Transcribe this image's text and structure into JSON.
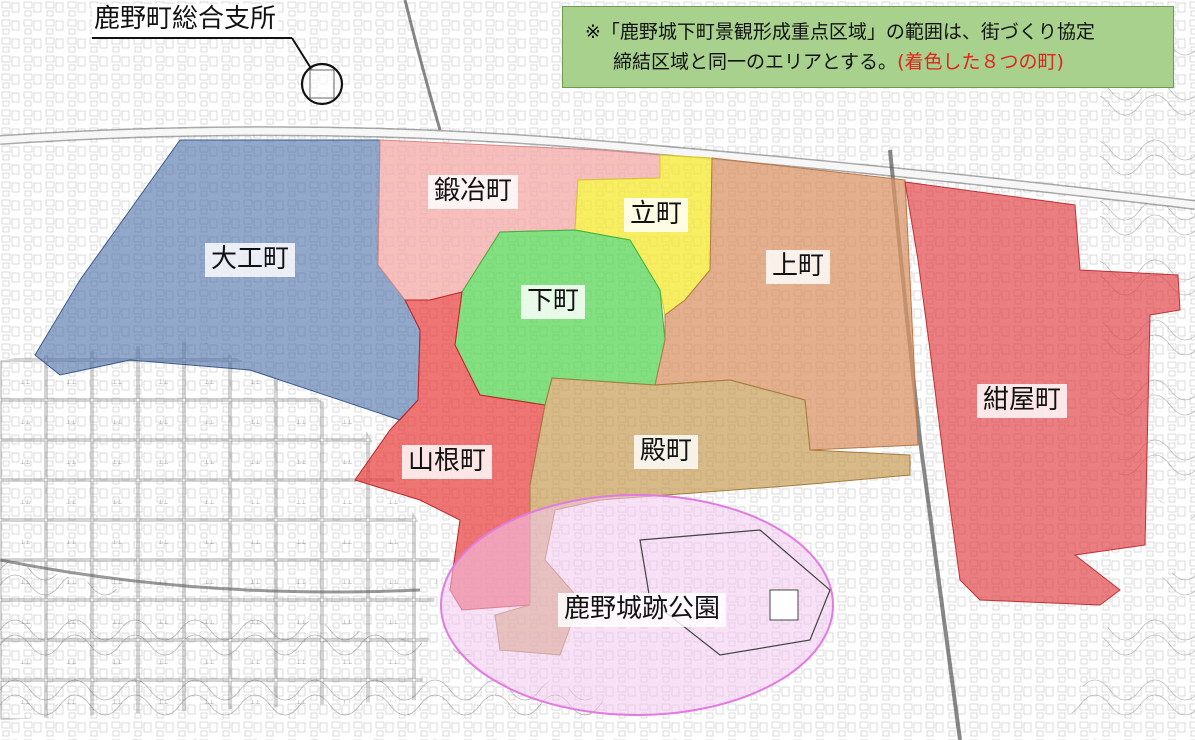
{
  "title": "鹿野町総合支所",
  "note": {
    "line1": "※「鹿野城下町景観形成重点区域」の範囲は、街づくり協定",
    "line2": "締結区域と同一のエリアとする。",
    "line2_highlight": "(着色した８つの町)"
  },
  "districts": [
    {
      "id": "daikumachi",
      "name": "大工町",
      "color": "#4a6ea8"
    },
    {
      "id": "kajimachi",
      "name": "鍛冶町",
      "color": "#f4a9a5"
    },
    {
      "id": "tatemachi",
      "name": "立町",
      "color": "#f6ea3a"
    },
    {
      "id": "shimomachi",
      "name": "下町",
      "color": "#58d656"
    },
    {
      "id": "kamimachi",
      "name": "上町",
      "color": "#d99465"
    },
    {
      "id": "konyamachi",
      "name": "紺屋町",
      "color": "#e2474b"
    },
    {
      "id": "yamanemachi",
      "name": "山根町",
      "color": "#e83a3a"
    },
    {
      "id": "tonomachi",
      "name": "殿町",
      "color": "#c89d56"
    }
  ],
  "park": {
    "name": "鹿野城跡公園",
    "color": "#f3c7ef"
  },
  "colors": {
    "note_bg": "#a9d18e",
    "highlight": "#e0231f"
  }
}
